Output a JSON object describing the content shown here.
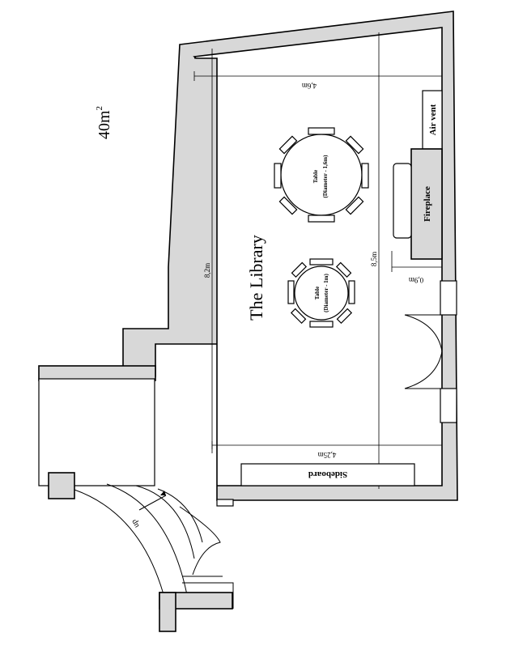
{
  "area_label": "40m",
  "area_superscript": "2",
  "room_title": "The Library",
  "dimensions": {
    "top_width": "4,6m",
    "left_height": "8,2m",
    "right_height": "8,5m",
    "bottom_width": "4,25m",
    "fireplace_depth": "0,9m"
  },
  "furniture": {
    "fireplace": "Fireplace",
    "air_vent": "Air vent",
    "sideboard": "Sideboard",
    "table_large": "Table",
    "table_large_note": "(Diameter - 1,6m)",
    "table_small": "Table",
    "table_small_note": "(Diameter - 1m)"
  },
  "stairs_label": "up"
}
